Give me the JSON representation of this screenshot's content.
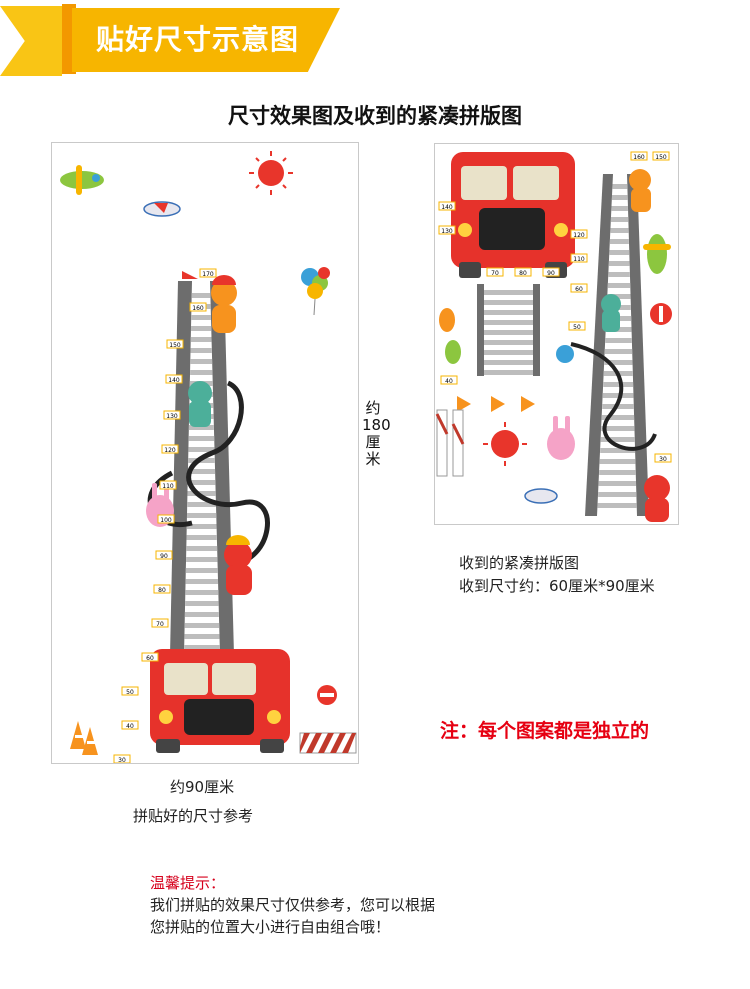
{
  "header": {
    "title": "贴好尺寸示意图"
  },
  "subtitle": "尺寸效果图及收到的紧凑拼版图",
  "left_panel": {
    "height_label": "约180厘米",
    "width_label": "约90厘米",
    "caption": "拼贴好的尺寸参考",
    "ruler_marks": [
      "170",
      "160",
      "150",
      "140",
      "130",
      "120",
      "110",
      "100",
      "90",
      "80",
      "70",
      "60",
      "50",
      "40",
      "30"
    ]
  },
  "right_panel": {
    "caption_line1": "收到的紧凑拼版图",
    "caption_line2": "收到尺寸约：60厘米*90厘米",
    "ruler_marks": [
      "160",
      "150",
      "140",
      "130",
      "120",
      "110",
      "70",
      "80",
      "90",
      "60",
      "50",
      "40",
      "30"
    ]
  },
  "note": "注：每个图案都是独立的",
  "tips": {
    "title": "温馨提示：",
    "line1": "我们拼贴的效果尺寸仅供参考，您可以根据",
    "line2": "您拼贴的位置大小进行自由组合哦！"
  },
  "colors": {
    "banner": "#f7b500",
    "fire_truck": "#e6322b",
    "ladder": "#555555",
    "note_red": "#e60012"
  }
}
